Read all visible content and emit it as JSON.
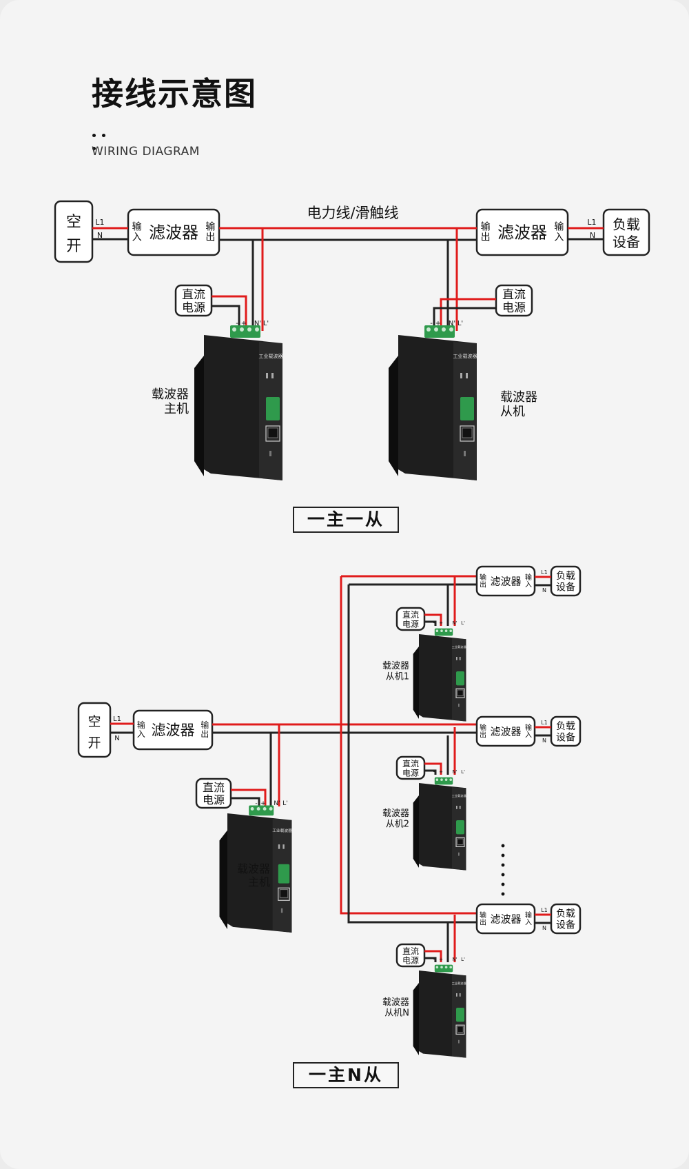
{
  "header": {
    "title": "接线示意图",
    "subtitle": "WIRING DIAGRAM"
  },
  "labels": {
    "breaker": [
      "空",
      "开"
    ],
    "filter": "滤波器",
    "in": [
      "输",
      "入"
    ],
    "out": [
      "输",
      "出"
    ],
    "dc_power": [
      "直流",
      "电源"
    ],
    "load": [
      "负载",
      "设备"
    ],
    "power_line": "电力线/滑触线",
    "L1": "L1",
    "N": "N",
    "minus": "-",
    "plus": "+",
    "Nprime": "N'",
    "Lprime": "L'",
    "device_label": "工业载波器",
    "master": [
      "载波器",
      "主机"
    ],
    "slave": [
      "载波器",
      "从机"
    ],
    "slave1": [
      "载波器",
      "从机1"
    ],
    "slave2": [
      "载波器",
      "从机2"
    ],
    "slaveN": [
      "载波器",
      "从机N"
    ]
  },
  "captions": {
    "one_to_one": "一主一从",
    "one_to_n": "一主N从"
  },
  "colors": {
    "live_wire": "#e01b1b",
    "neutral_wire": "#222222",
    "device_body": "#1e1e1e",
    "terminal": "#2f9a4c"
  }
}
